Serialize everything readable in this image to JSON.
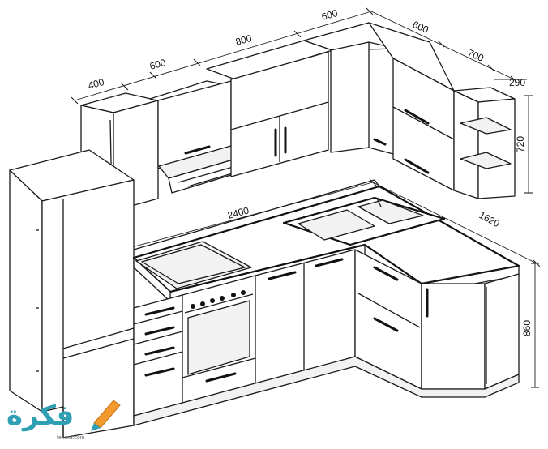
{
  "dimensions": {
    "wall_400": "400",
    "wall_600a": "600",
    "wall_800": "800",
    "wall_600b": "600",
    "side_600": "600",
    "side_700": "700",
    "side_290": "290",
    "height_720": "720",
    "counter_2400": "2400",
    "counter_1620": "1620",
    "height_860": "860"
  },
  "logo": {
    "text": "فكرة",
    "subtext": "fekera.com"
  },
  "colors": {
    "line": "#1a1a1a",
    "logo_blue": "#2f9fb3",
    "logo_orange": "#f29a2e"
  }
}
